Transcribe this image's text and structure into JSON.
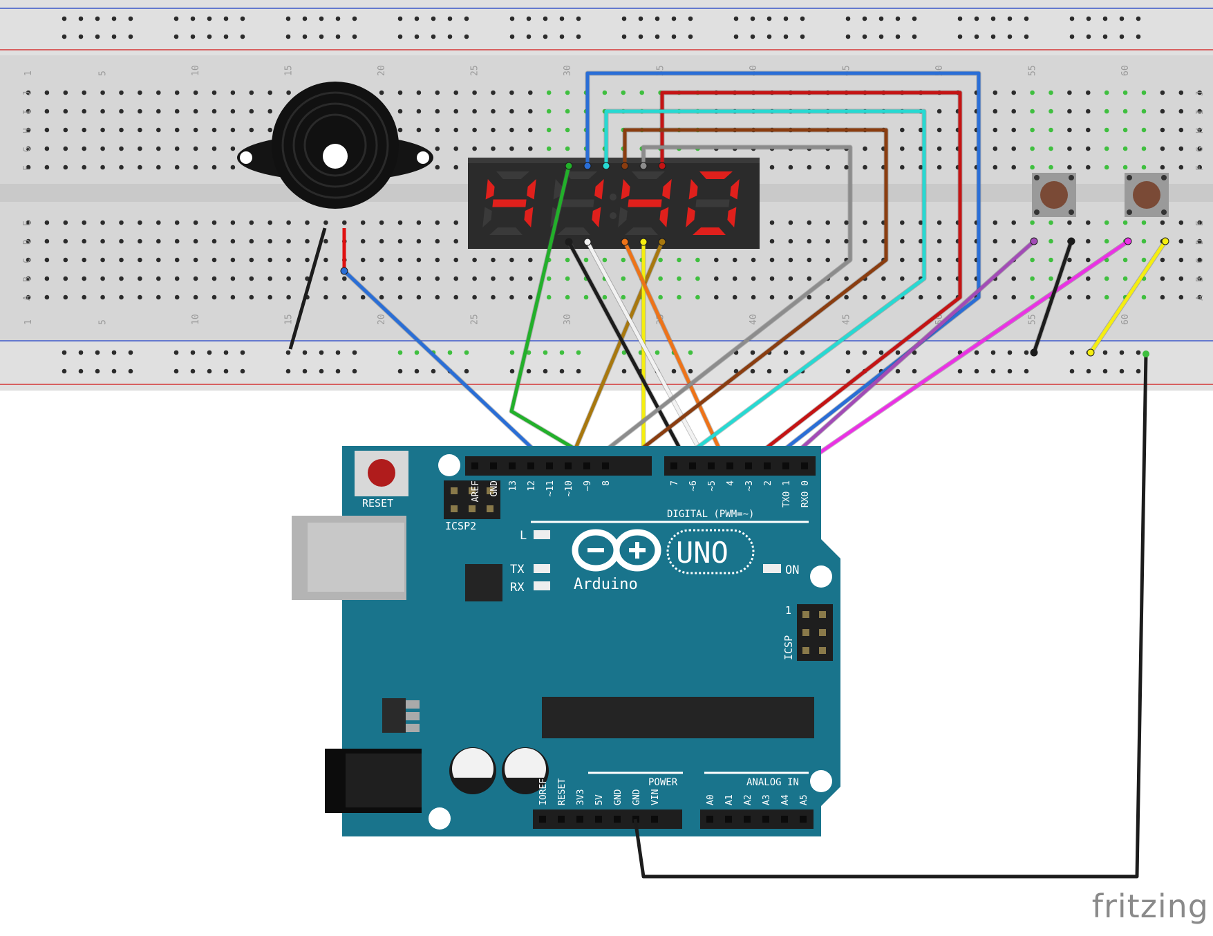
{
  "breadboard": {
    "col_numbers": [
      "1",
      "5",
      "10",
      "15",
      "20",
      "25",
      "30",
      "35",
      "40",
      "45",
      "50",
      "55",
      "60"
    ],
    "top_rows": [
      "J",
      "I",
      "H",
      "G",
      "F"
    ],
    "bottom_rows": [
      "E",
      "D",
      "C",
      "B",
      "A"
    ]
  },
  "seven_segment": {
    "digits": [
      "4",
      "1",
      "4",
      "0"
    ],
    "segment_color": "#e0201c"
  },
  "arduino": {
    "reset_label": "RESET",
    "icsp2_label": "ICSP2",
    "icsp_label": "ICSP",
    "icsp_pin1": "1",
    "led_l": "L",
    "led_tx": "TX",
    "led_rx": "RX",
    "led_on": "ON",
    "logo_text": "Arduino",
    "model": "UNO",
    "digital_label": "DIGITAL (PWM=~)",
    "power_label": "POWER",
    "analog_label": "ANALOG IN",
    "top_left_header": [
      "AREF",
      "GND",
      "13",
      "12",
      "~11",
      "~10",
      "~9",
      "8"
    ],
    "top_right_header": [
      "7",
      "~6",
      "~5",
      "4",
      "~3",
      "2",
      "TX0 1",
      "RX0 0"
    ],
    "power_header": [
      "IOREF",
      "RESET",
      "3V3",
      "5V",
      "GND",
      "GND",
      "VIN"
    ],
    "analog_header": [
      "A0",
      "A1",
      "A2",
      "A3",
      "A4",
      "A5"
    ]
  },
  "wire_colors": {
    "green": "#22b02a",
    "blue": "#2a6ed6",
    "cyan": "#27d9d2",
    "red": "#c41414",
    "brown": "#8a3d10",
    "gray": "#8c8c8c",
    "black": "#1c1c1c",
    "white": "#f2f2f2",
    "orange": "#ee7318",
    "yellow": "#f5ee10",
    "ochre": "#a8780e",
    "purple": "#a24bb6",
    "magenta": "#ea32e4"
  },
  "branding": "fritzing"
}
